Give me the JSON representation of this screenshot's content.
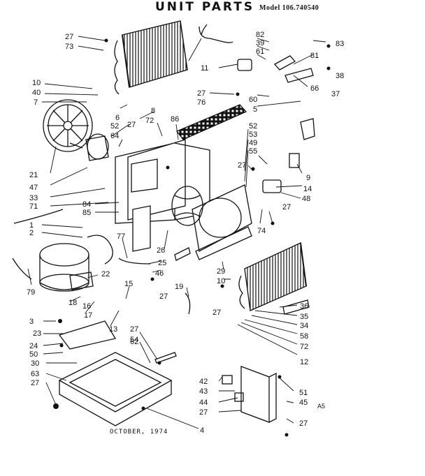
{
  "header": {
    "title": "UNIT PARTS",
    "model": "Model 106.740540"
  },
  "footer": {
    "date": "OCTOBER, 1974",
    "mark": "A5"
  },
  "part_labels": [
    "27",
    "73",
    "10",
    "40",
    "7",
    "21",
    "47",
    "33",
    "71",
    "84",
    "85",
    "1",
    "2",
    "79",
    "52",
    "6",
    "64",
    "27",
    "72",
    "8",
    "86",
    "82",
    "39",
    "61",
    "11",
    "83",
    "81",
    "38",
    "37",
    "66",
    "27",
    "76",
    "60",
    "5",
    "52",
    "53",
    "49",
    "55",
    "27",
    "9",
    "14",
    "48",
    "27",
    "74",
    "77",
    "26",
    "25",
    "46",
    "27",
    "22",
    "15",
    "18",
    "16",
    "17",
    "13",
    "19",
    "29",
    "10",
    "27",
    "36",
    "35",
    "34",
    "58",
    "72",
    "12",
    "3",
    "23",
    "24",
    "50",
    "30",
    "63",
    "27",
    "62",
    "27",
    "54",
    "42",
    "43",
    "44",
    "27",
    "51",
    "45",
    "27",
    "4"
  ]
}
